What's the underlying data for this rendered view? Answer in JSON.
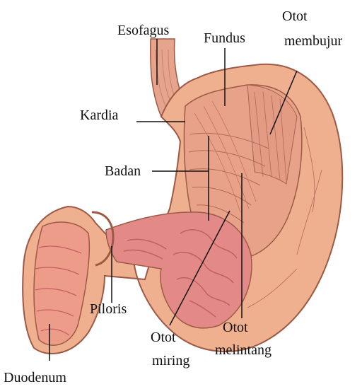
{
  "labels": {
    "esofagus": "Esofagus",
    "fundus": "Fundus",
    "otot_membujur_1": "Otot",
    "otot_membujur_2": "membujur",
    "kardia": "Kardia",
    "badan": "Badan",
    "piloris": "Piloris",
    "otot_miring_1": "Otot",
    "otot_miring_2": "miring",
    "otot_melintang_1": "Otot",
    "otot_melintang_2": "melintang",
    "duodenum": "Duodenum"
  },
  "colors": {
    "outer_wall": "#efb08f",
    "outer_edge": "#9c5a45",
    "muscle_band": "#e8a28a",
    "muscle_line": "#b36a57",
    "mucosa": "#e38a88",
    "mucosa_dark": "#c25f62",
    "duodenum_fill": "#ee9c8a",
    "esophagus": "#e7a48c",
    "label_line": "#111111"
  }
}
